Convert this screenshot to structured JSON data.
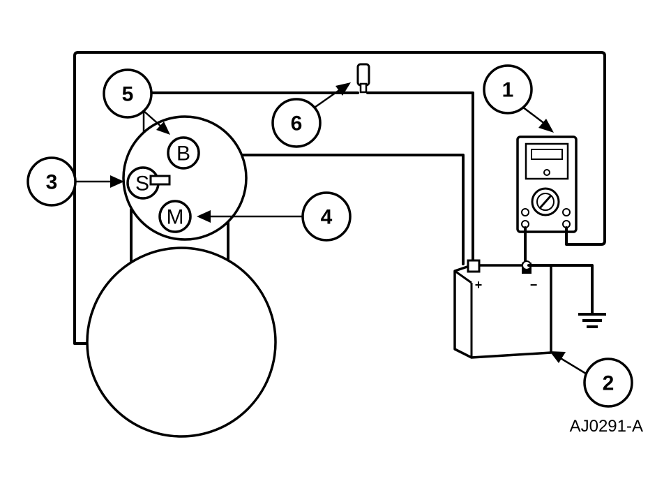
{
  "diagram": {
    "figure_id": "AJ0291-A",
    "callouts": [
      "1",
      "2",
      "3",
      "4",
      "5",
      "6"
    ],
    "terminals": {
      "battery_terminal": "B",
      "solenoid_terminal": "S",
      "motor_terminal": "M"
    },
    "battery_signs": {
      "positive": "+",
      "negative": "−"
    }
  }
}
